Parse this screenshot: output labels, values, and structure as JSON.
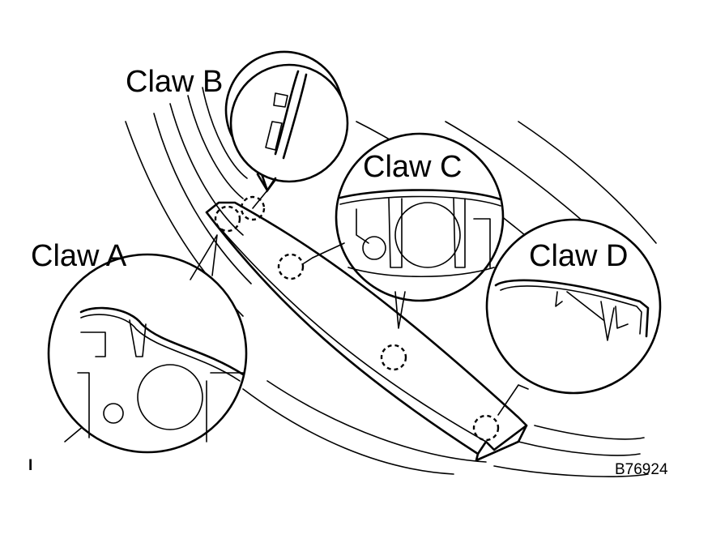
{
  "labels": {
    "claw_a": "Claw A",
    "claw_b": "Claw B",
    "claw_c": "Claw C",
    "claw_d": "Claw D"
  },
  "figure_code": "B76924",
  "corner_mark": "I"
}
